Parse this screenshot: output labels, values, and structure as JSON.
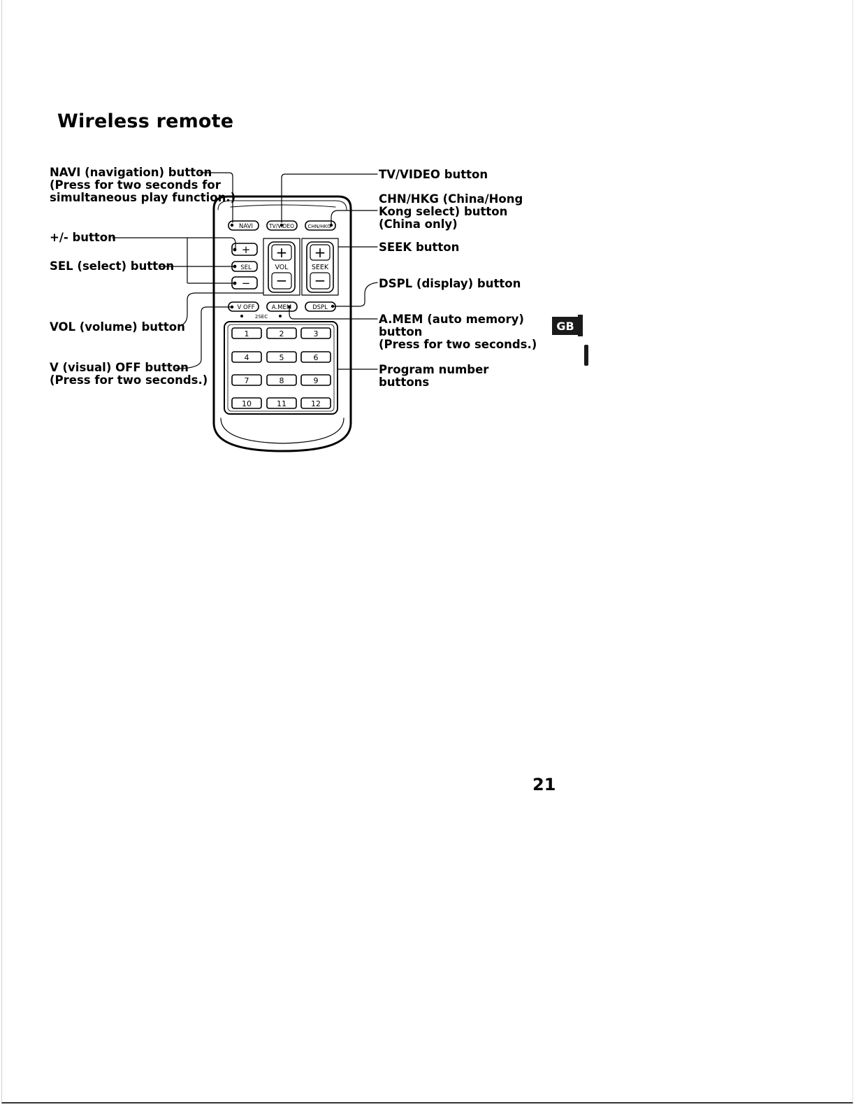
{
  "page": {
    "section_title": "Wireless remote",
    "region_tab": "GB",
    "page_number": "21"
  },
  "callouts": {
    "navi": [
      "NAVI (navigation) button",
      "(Press for two seconds for",
      "simultaneous play function.)"
    ],
    "plus_minus": [
      "+/- button"
    ],
    "sel": [
      "SEL (select) button"
    ],
    "vol": [
      "VOL (volume) button"
    ],
    "v_off": [
      "V (visual) OFF button",
      "(Press for two seconds.)"
    ],
    "tv_video": [
      "TV/VIDEO button"
    ],
    "chn_hkg": [
      "CHN/HKG (China/Hong",
      "Kong select) button",
      "(China only)"
    ],
    "seek": [
      "SEEK button"
    ],
    "dspl": [
      "DSPL (display) button"
    ],
    "a_mem": [
      "A.MEM (auto memory)",
      "button",
      "(Press for two seconds.)"
    ],
    "program": [
      "Program number",
      "buttons"
    ]
  },
  "remote": {
    "top_buttons": [
      "NAVI",
      "TV/VIDEO",
      "CHN/HKG"
    ],
    "side_buttons": [
      "+",
      "SEL",
      "−"
    ],
    "vol_key": {
      "plus": "+",
      "label": "VOL",
      "minus": "−"
    },
    "seek_key": {
      "plus": "+",
      "label": "SEEK",
      "minus": "−"
    },
    "mid_buttons": [
      "V OFF",
      "A.MEM",
      "DSPL"
    ],
    "two_sec_label": "2SEC",
    "number_keys": [
      "1",
      "2",
      "3",
      "4",
      "5",
      "6",
      "7",
      "8",
      "9",
      "10",
      "11",
      "12"
    ]
  }
}
